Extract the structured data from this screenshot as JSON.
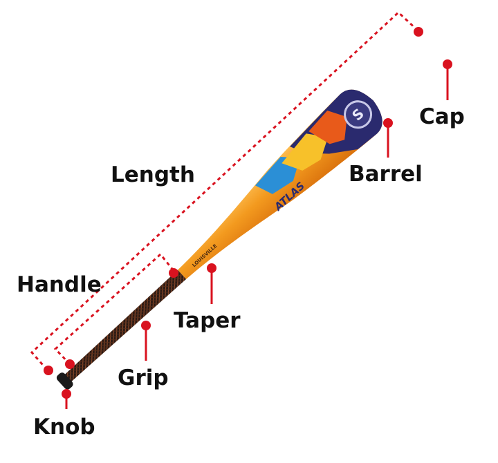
{
  "labels": {
    "length": "Length",
    "handle": "Handle",
    "cap": "Cap",
    "barrel": "Barrel",
    "taper": "Taper",
    "grip": "Grip",
    "knob": "Knob"
  },
  "bat": {
    "brand_text": "LOUISVILLE",
    "model_text": "ATLAS",
    "logo_letter": "S"
  },
  "colors": {
    "marker": "#d9121f",
    "label_text": "#111111",
    "bat_orange": "#f39a1f",
    "bat_navy": "#2a2a6e",
    "bat_blue": "#2b8fd6",
    "grip": "#2a1a14"
  },
  "icons": {
    "marker": "red-dot-pin"
  }
}
